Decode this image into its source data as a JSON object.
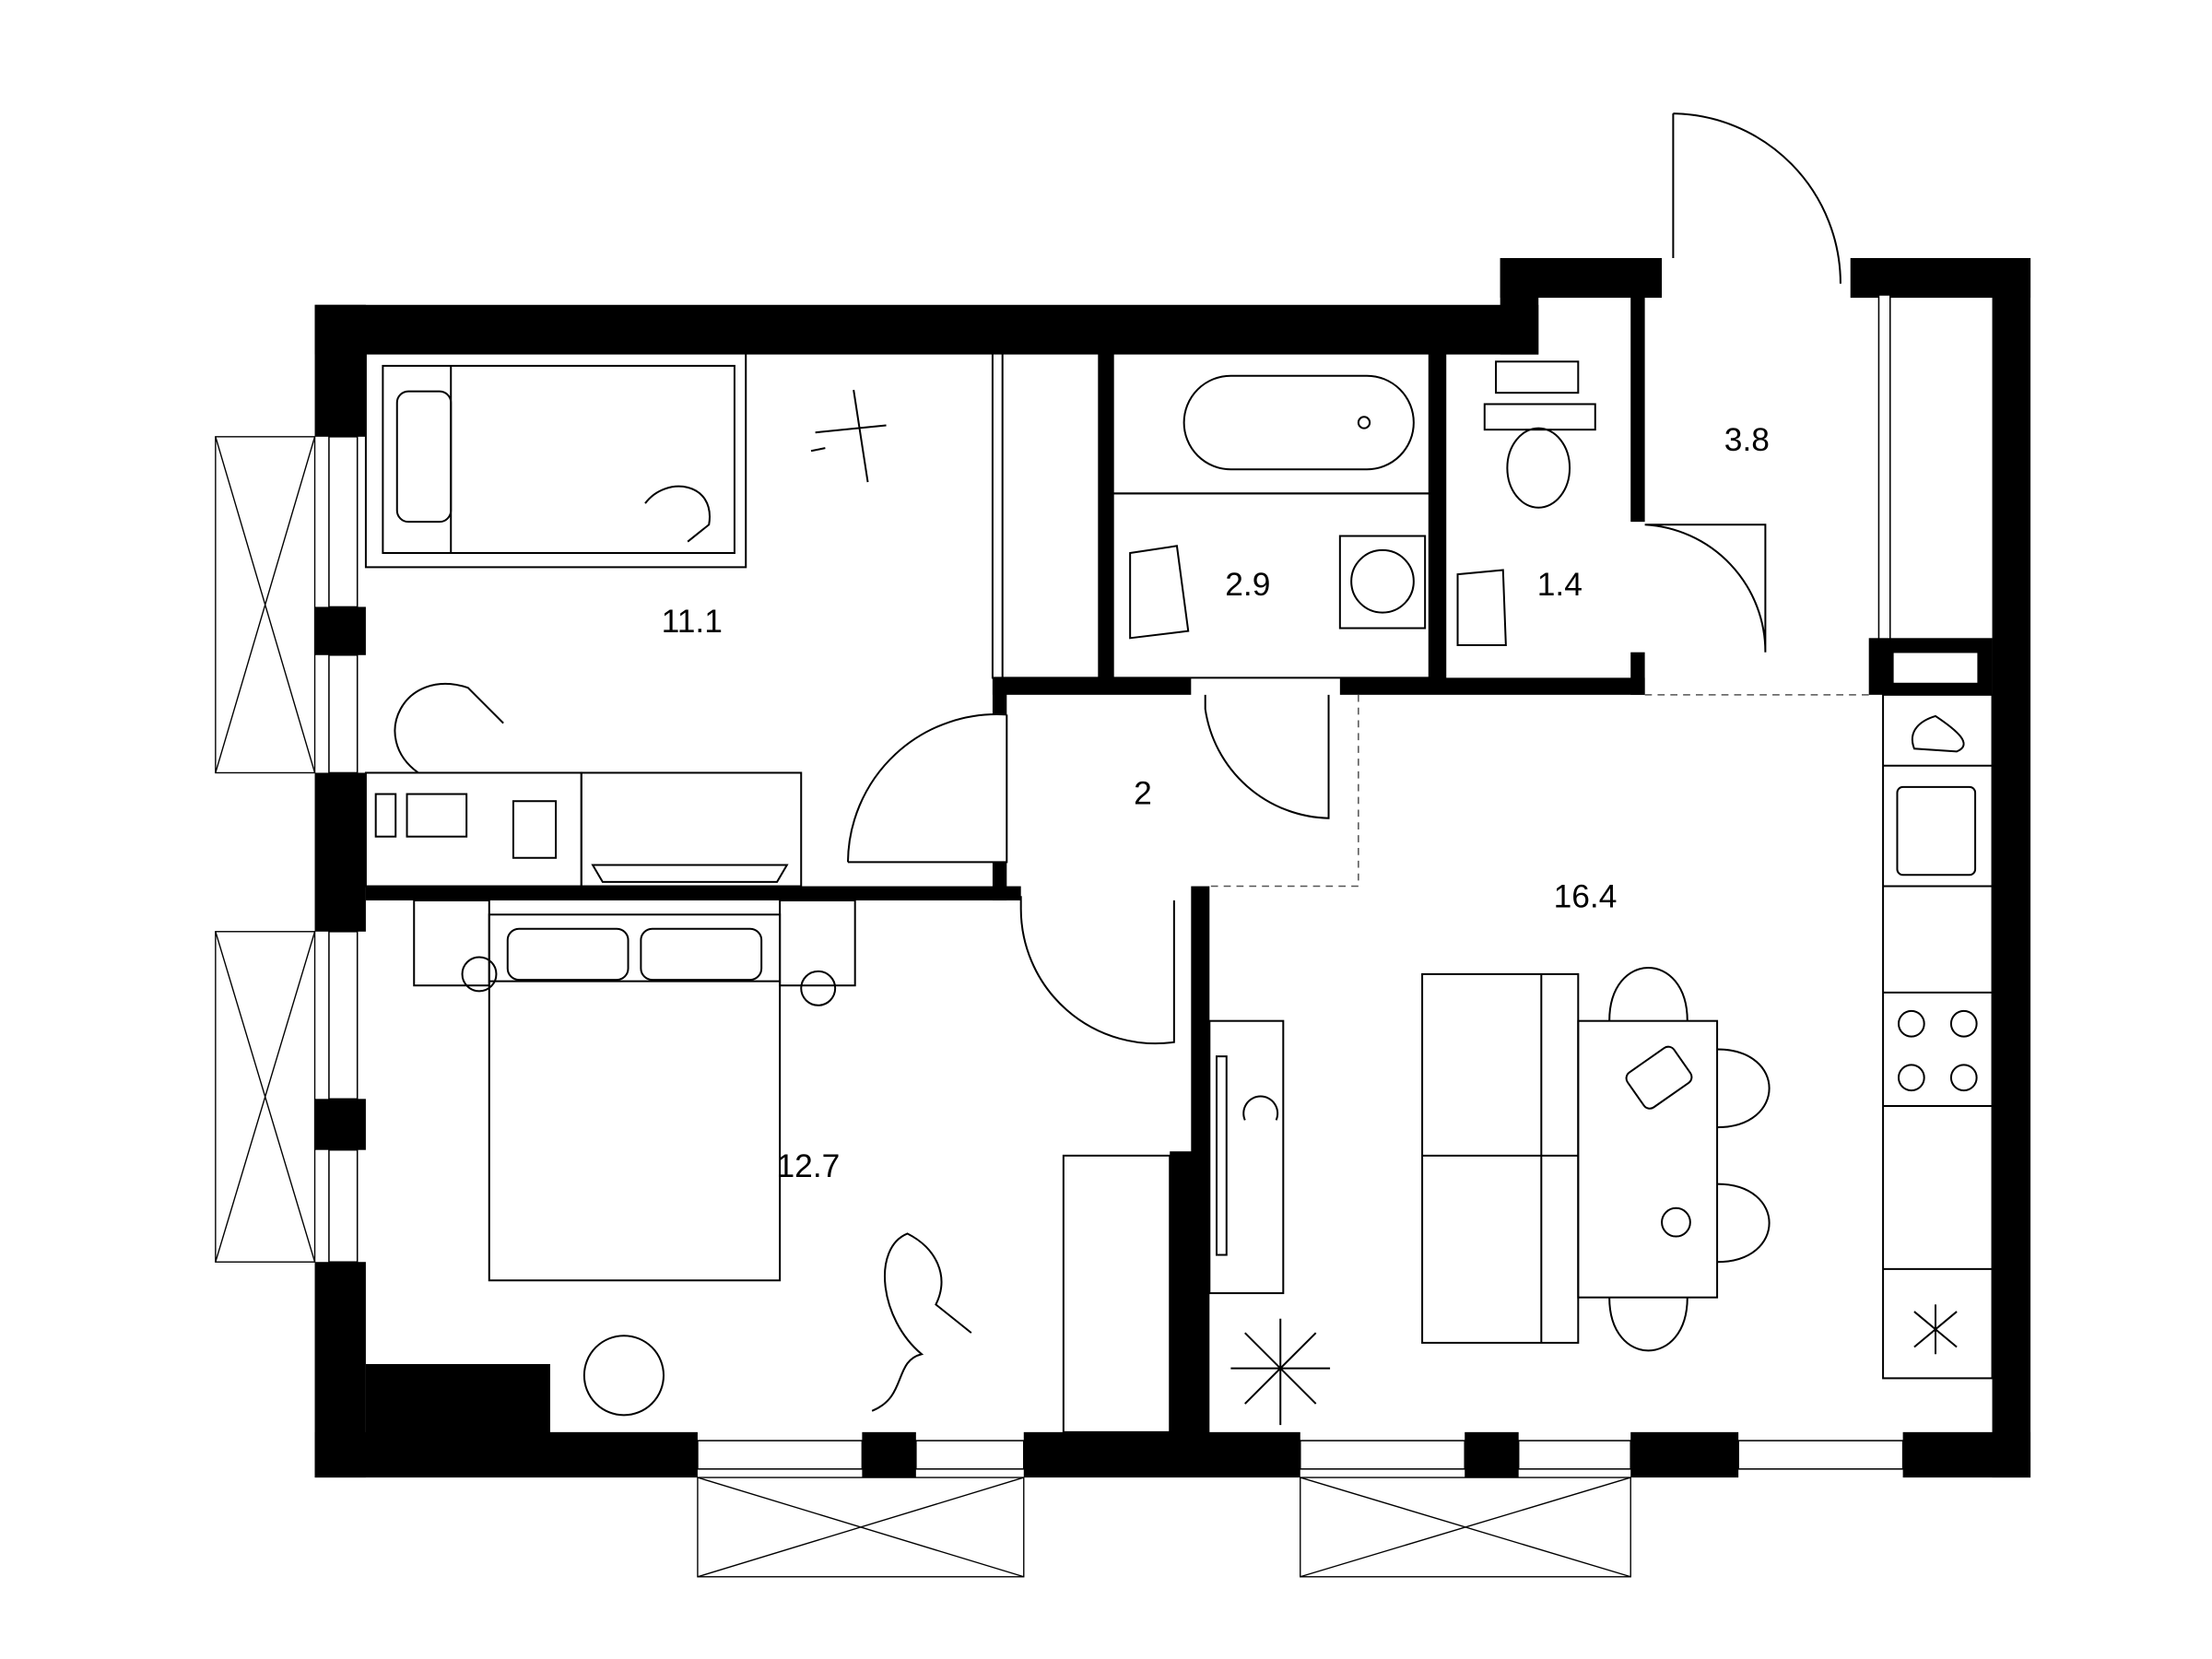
{
  "plan": {
    "rooms": [
      {
        "id": "bedroom-1",
        "area": "11.1"
      },
      {
        "id": "bathroom",
        "area": "2.9"
      },
      {
        "id": "toilet",
        "area": "1.4"
      },
      {
        "id": "entrance-hall",
        "area": "3.8"
      },
      {
        "id": "corridor",
        "area": "2"
      },
      {
        "id": "bedroom-2",
        "area": "12.7"
      },
      {
        "id": "kitchen-living",
        "area": "16.4"
      }
    ],
    "colors": {
      "wall": "#000000",
      "background": "#ffffff"
    }
  }
}
